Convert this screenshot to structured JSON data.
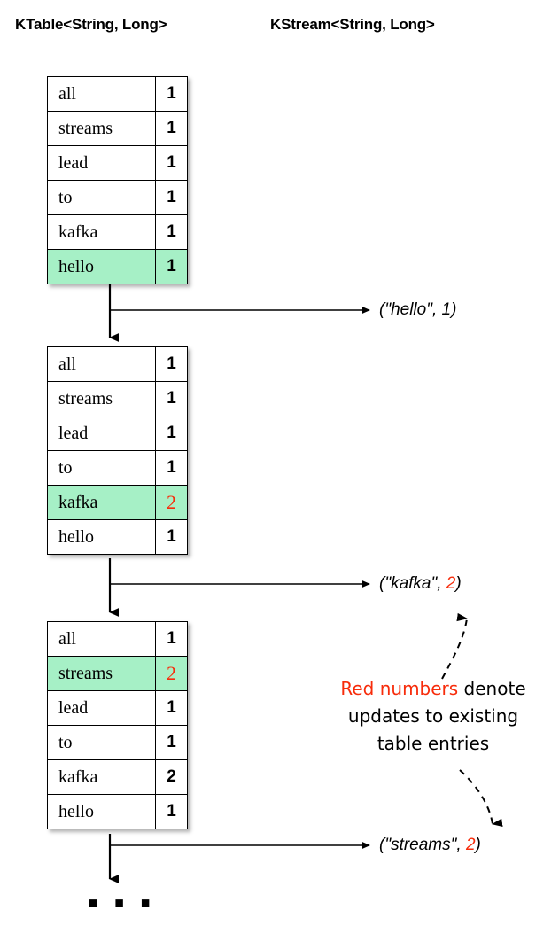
{
  "headers": {
    "ktable": "KTable<String, Long>",
    "kstream": "KStream<String, Long>"
  },
  "colors": {
    "highlight_green": "#a6f0c6",
    "update_red": "#f72c0b",
    "line_black": "#000000",
    "background": "#ffffff"
  },
  "tables": [
    {
      "id": "table-1",
      "rows": [
        {
          "key": "all",
          "value": "1",
          "highlighted": false,
          "updated": false
        },
        {
          "key": "streams",
          "value": "1",
          "highlighted": false,
          "updated": false
        },
        {
          "key": "lead",
          "value": "1",
          "highlighted": false,
          "updated": false
        },
        {
          "key": "to",
          "value": "1",
          "highlighted": false,
          "updated": false
        },
        {
          "key": "kafka",
          "value": "1",
          "highlighted": false,
          "updated": false
        },
        {
          "key": "hello",
          "value": "1",
          "highlighted": true,
          "updated": false
        }
      ]
    },
    {
      "id": "table-2",
      "rows": [
        {
          "key": "all",
          "value": "1",
          "highlighted": false,
          "updated": false
        },
        {
          "key": "streams",
          "value": "1",
          "highlighted": false,
          "updated": false
        },
        {
          "key": "lead",
          "value": "1",
          "highlighted": false,
          "updated": false
        },
        {
          "key": "to",
          "value": "1",
          "highlighted": false,
          "updated": false
        },
        {
          "key": "kafka",
          "value": "2",
          "highlighted": true,
          "updated": true
        },
        {
          "key": "hello",
          "value": "1",
          "highlighted": false,
          "updated": false
        }
      ]
    },
    {
      "id": "table-3",
      "rows": [
        {
          "key": "all",
          "value": "1",
          "highlighted": false,
          "updated": false
        },
        {
          "key": "streams",
          "value": "2",
          "highlighted": true,
          "updated": true
        },
        {
          "key": "lead",
          "value": "1",
          "highlighted": false,
          "updated": false
        },
        {
          "key": "to",
          "value": "1",
          "highlighted": false,
          "updated": false
        },
        {
          "key": "kafka",
          "value": "2",
          "highlighted": false,
          "updated": false
        },
        {
          "key": "hello",
          "value": "1",
          "highlighted": false,
          "updated": false
        }
      ]
    }
  ],
  "emitted_records": [
    {
      "prefix": "(\"hello\", ",
      "number": "1",
      "suffix": ")",
      "number_red": false
    },
    {
      "prefix": "(\"kafka\", ",
      "number": "2",
      "suffix": ")",
      "number_red": true
    },
    {
      "prefix": "(\"streams\", ",
      "number": "2",
      "suffix": ")",
      "number_red": true
    }
  ],
  "note": {
    "red_text": "Red numbers",
    "rest_line1": " denote",
    "line2": "updates to existing",
    "line3": "table entries"
  },
  "ellipsis": "▪ ▪ ▪"
}
